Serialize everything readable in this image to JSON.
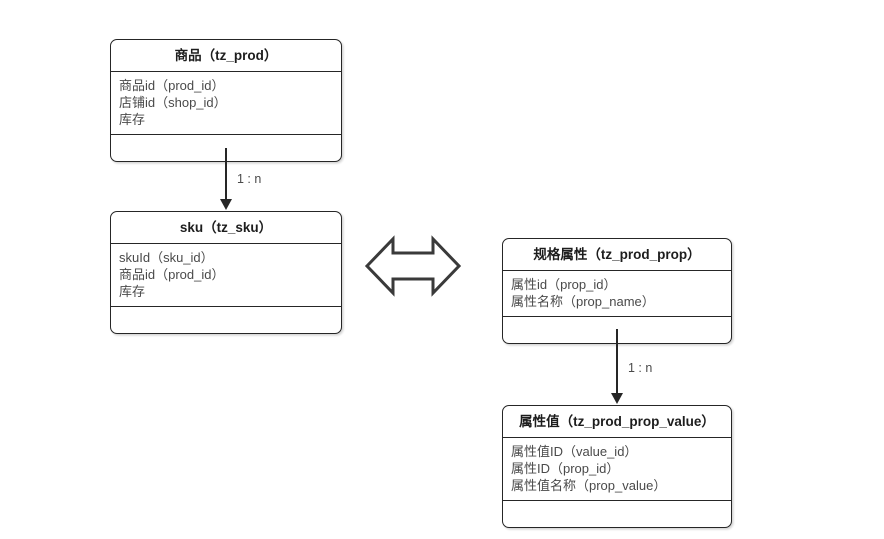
{
  "diagram": {
    "type": "er-diagram",
    "background_color": "#ffffff",
    "line_color": "#262626",
    "text_color": "#4a4a4a",
    "entities": [
      {
        "id": "prod",
        "title": "商品（tz_prod）",
        "attributes": [
          "商品id（prod_id）",
          "店铺id（shop_id）",
          "库存"
        ]
      },
      {
        "id": "sku",
        "title": "sku（tz_sku）",
        "attributes": [
          "skuId（sku_id）",
          "商品id（prod_id）",
          "库存"
        ]
      },
      {
        "id": "prop",
        "title": "规格属性（tz_prod_prop）",
        "attributes": [
          "属性id（prop_id）",
          "属性名称（prop_name）"
        ]
      },
      {
        "id": "propvalue",
        "title": "属性值（tz_prod_prop_value）",
        "attributes": [
          "属性值ID（value_id）",
          "属性ID（prop_id）",
          "属性值名称（prop_value）"
        ]
      }
    ],
    "connectors": [
      {
        "id": "prod-sku",
        "from": "prod",
        "to": "sku",
        "label": "1 : n",
        "arrow": "down"
      },
      {
        "id": "prop-value",
        "from": "prop",
        "to": "propvalue",
        "label": "1 : n",
        "arrow": "down"
      }
    ],
    "symbols": [
      {
        "id": "double-arrow",
        "name": "double-headed-arrow",
        "direction": "left-right"
      }
    ]
  }
}
